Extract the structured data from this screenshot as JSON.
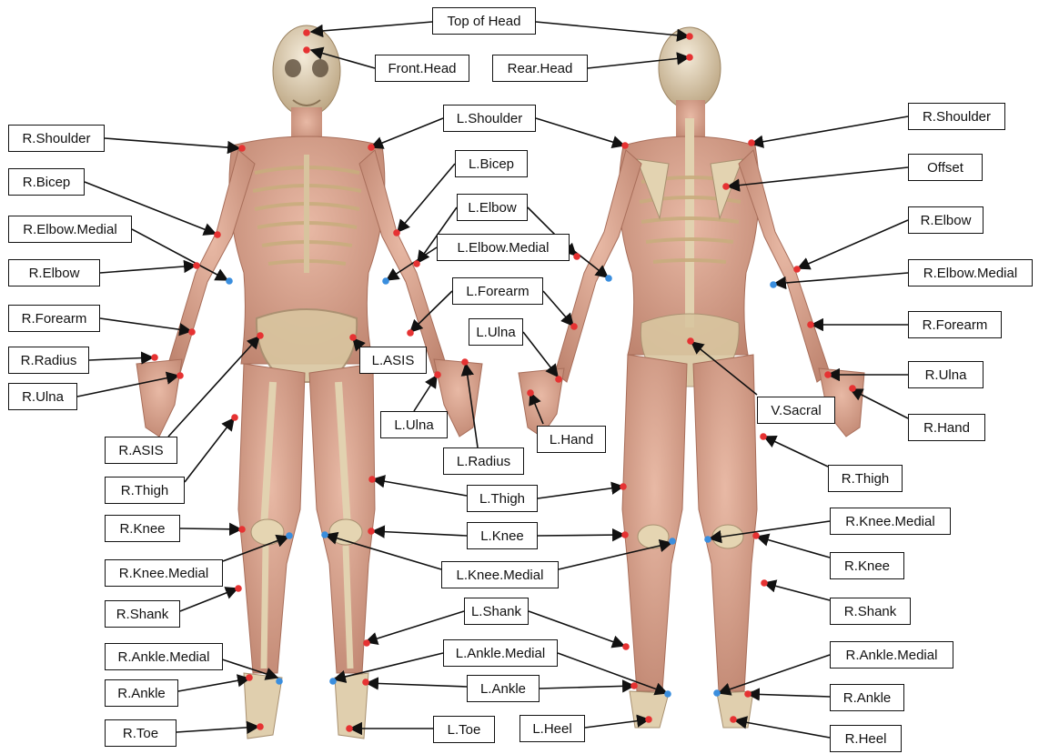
{
  "colors": {
    "skin": "#d9a48f",
    "skin_dark": "#b87a66",
    "bone": "#e9dcc3",
    "bone_dark": "#b49c78",
    "lateral_marker": "#e63232",
    "medial_marker": "#3a8ede",
    "label_border": "#111111",
    "arrow": "#111111"
  },
  "labels": [
    {
      "id": "top-of-head",
      "text": "Top of Head"
    },
    {
      "id": "front-head",
      "text": "Front.Head"
    },
    {
      "id": "rear-head",
      "text": "Rear.Head"
    },
    {
      "id": "r-shoulder-front",
      "text": "R.Shoulder"
    },
    {
      "id": "l-shoulder",
      "text": "L.Shoulder"
    },
    {
      "id": "r-shoulder-back",
      "text": "R.Shoulder"
    },
    {
      "id": "r-bicep",
      "text": "R.Bicep"
    },
    {
      "id": "l-bicep",
      "text": "L.Bicep"
    },
    {
      "id": "offset",
      "text": "Offset"
    },
    {
      "id": "l-elbow",
      "text": "L.Elbow"
    },
    {
      "id": "r-elbow-back",
      "text": "R.Elbow"
    },
    {
      "id": "r-elbow-medial-front",
      "text": "R.Elbow.Medial"
    },
    {
      "id": "l-elbow-medial",
      "text": "L.Elbow.Medial"
    },
    {
      "id": "r-elbow-medial-back",
      "text": "R.Elbow.Medial"
    },
    {
      "id": "r-elbow-front",
      "text": "R.Elbow"
    },
    {
      "id": "l-forearm",
      "text": "L.Forearm"
    },
    {
      "id": "r-forearm-front",
      "text": "R.Forearm"
    },
    {
      "id": "r-forearm-back",
      "text": "R.Forearm"
    },
    {
      "id": "l-ulna-back",
      "text": "L.Ulna"
    },
    {
      "id": "r-radius",
      "text": "R.Radius"
    },
    {
      "id": "l-asis",
      "text": "L.ASIS"
    },
    {
      "id": "r-ulna-back",
      "text": "R.Ulna"
    },
    {
      "id": "r-ulna-front",
      "text": "R.Ulna"
    },
    {
      "id": "v-sacral",
      "text": "V.Sacral"
    },
    {
      "id": "l-ulna-front",
      "text": "L.Ulna"
    },
    {
      "id": "r-hand",
      "text": "R.Hand"
    },
    {
      "id": "l-hand",
      "text": "L.Hand"
    },
    {
      "id": "r-asis",
      "text": "R.ASIS"
    },
    {
      "id": "l-radius",
      "text": "L.Radius"
    },
    {
      "id": "r-thigh-back",
      "text": "R.Thigh"
    },
    {
      "id": "r-thigh-front",
      "text": "R.Thigh"
    },
    {
      "id": "l-thigh",
      "text": "L.Thigh"
    },
    {
      "id": "r-knee-medial-back",
      "text": "R.Knee.Medial"
    },
    {
      "id": "r-knee-front",
      "text": "R.Knee"
    },
    {
      "id": "l-knee",
      "text": "L.Knee"
    },
    {
      "id": "r-knee-back",
      "text": "R.Knee"
    },
    {
      "id": "r-knee-medial-front",
      "text": "R.Knee.Medial"
    },
    {
      "id": "l-knee-medial",
      "text": "L.Knee.Medial"
    },
    {
      "id": "r-shank-back",
      "text": "R.Shank"
    },
    {
      "id": "l-shank",
      "text": "L.Shank"
    },
    {
      "id": "r-shank-front",
      "text": "R.Shank"
    },
    {
      "id": "r-ankle-medial-front",
      "text": "R.Ankle.Medial"
    },
    {
      "id": "l-ankle-medial",
      "text": "L.Ankle.Medial"
    },
    {
      "id": "r-ankle-medial-back",
      "text": "R.Ankle.Medial"
    },
    {
      "id": "r-ankle-front",
      "text": "R.Ankle"
    },
    {
      "id": "l-ankle",
      "text": "L.Ankle"
    },
    {
      "id": "r-ankle-back",
      "text": "R.Ankle"
    },
    {
      "id": "r-toe",
      "text": "R.Toe"
    },
    {
      "id": "l-toe",
      "text": "L.Toe"
    },
    {
      "id": "l-heel",
      "text": "L.Heel"
    },
    {
      "id": "r-heel",
      "text": "R.Heel"
    }
  ]
}
